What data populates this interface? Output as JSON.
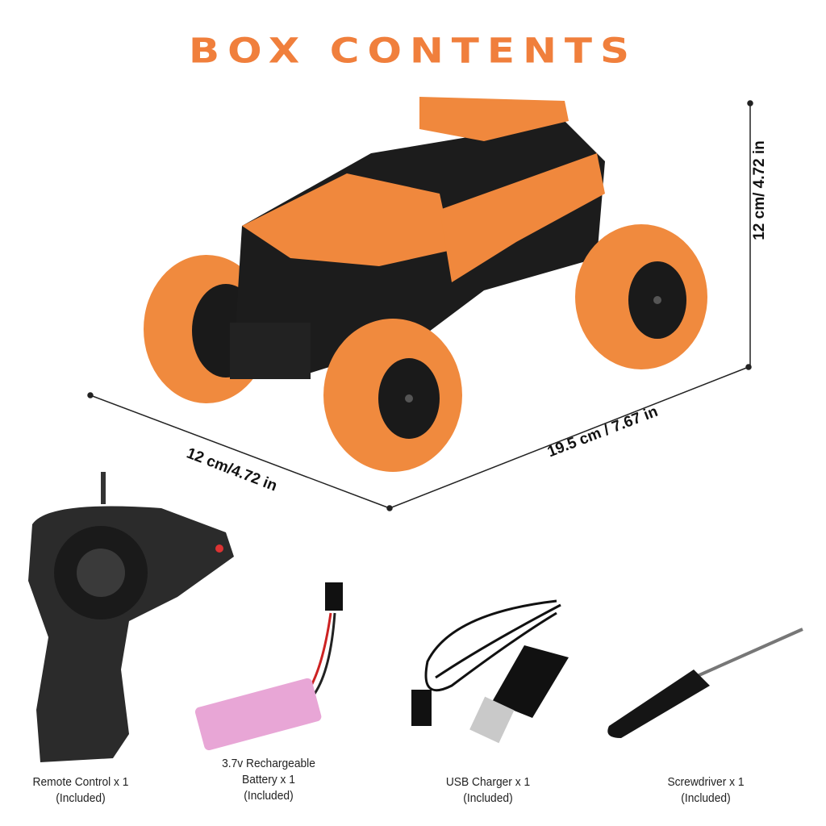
{
  "title": "BOX CONTENTS",
  "colors": {
    "accent": "#f07f3c",
    "battery": "#e8a6d6"
  },
  "dimensions": {
    "depth": "12 cm/4.72 in",
    "length": "19.5 cm / 7.67 in",
    "height": "12 cm/ 4.72 in"
  },
  "items": [
    {
      "name": "Remote Control x 1",
      "note": "(Included)"
    },
    {
      "name_line1": "3.7v Rechargeable",
      "name": "Battery x 1",
      "note": "(Included)"
    },
    {
      "name": "USB Charger x 1",
      "note": "(Included)"
    },
    {
      "name": "Screwdriver x 1",
      "note": "(Included)"
    }
  ]
}
